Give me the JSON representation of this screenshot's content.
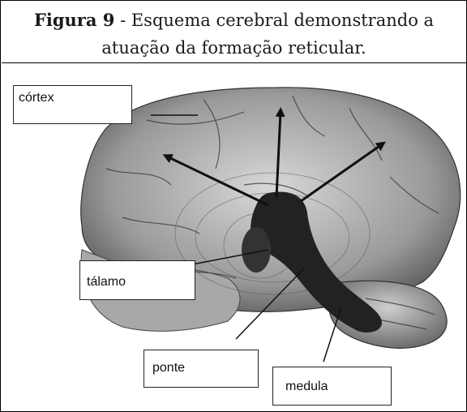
{
  "caption": {
    "figure_label": "Figura 9",
    "separator": " - ",
    "text_line1": "Esquema cerebral demonstrando a",
    "text_line2": "atuação da formação reticular."
  },
  "labels": {
    "cortex": "córtex",
    "talamo": "tálamo",
    "ponte": "ponte",
    "medula": "medula"
  }
}
